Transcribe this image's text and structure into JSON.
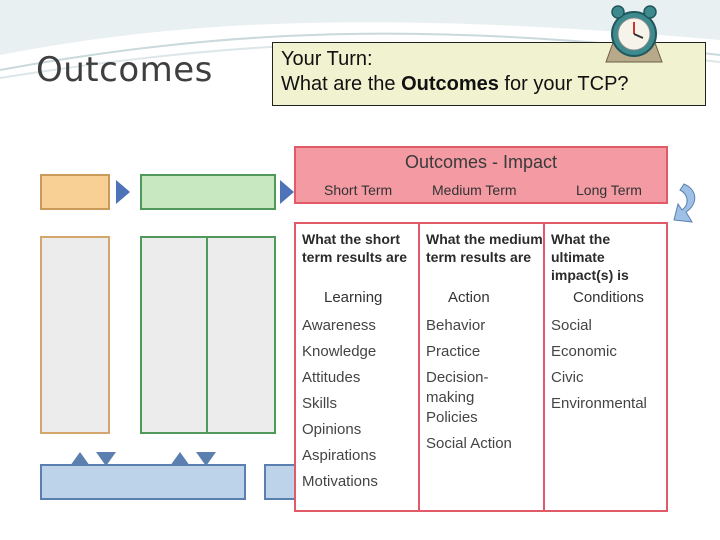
{
  "slide": {
    "title": "Outcomes",
    "prompt_line1": "Your Turn:",
    "prompt_line2_before": "What are the ",
    "prompt_line2_bold": "Outcomes",
    "prompt_line2_after": " for your TCP?"
  },
  "diagram": {
    "header_title": "Outcomes - Impact",
    "columns": [
      "Short Term",
      "Medium Term",
      "Long Term"
    ],
    "table": [
      {
        "head": "What the short term results are",
        "sub": "Learning",
        "items": [
          "Awareness",
          "Knowledge",
          "Attitudes",
          "Skills",
          "Opinions",
          "Aspirations",
          "Motivations"
        ]
      },
      {
        "head": "What the medium term results are",
        "sub": "Action",
        "items": [
          "Behavior",
          "Practice",
          "Decision-making",
          "Policies",
          "Social Action"
        ]
      },
      {
        "head": "What the ultimate impact(s) is",
        "sub": "Conditions",
        "items": [
          "Social",
          "Economic",
          "Civic",
          "Environmental"
        ]
      }
    ]
  },
  "colors": {
    "header_fill": "#f39aa3",
    "header_border": "#e05a68",
    "prompt_fill": "#f1f2cf"
  }
}
